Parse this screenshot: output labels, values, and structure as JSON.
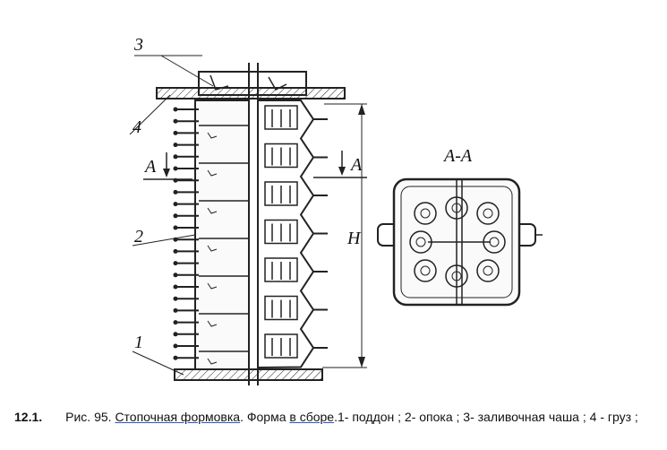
{
  "figure": {
    "labels": {
      "n3": "3",
      "n4": "4",
      "n2": "2",
      "n1": "1",
      "section_left": "A",
      "section_right": "A",
      "height": "H",
      "section_view": "A-A"
    }
  },
  "caption": {
    "number": "12.1.",
    "fig_prefix": "Рис. 95.",
    "title": "Стопочная формовка",
    "text_mid": ". Форма ",
    "link2": "в сборе",
    "legend": ".1- поддон ; 2- опока ; 3- заливочная чаша ; 4 - груз ;"
  }
}
